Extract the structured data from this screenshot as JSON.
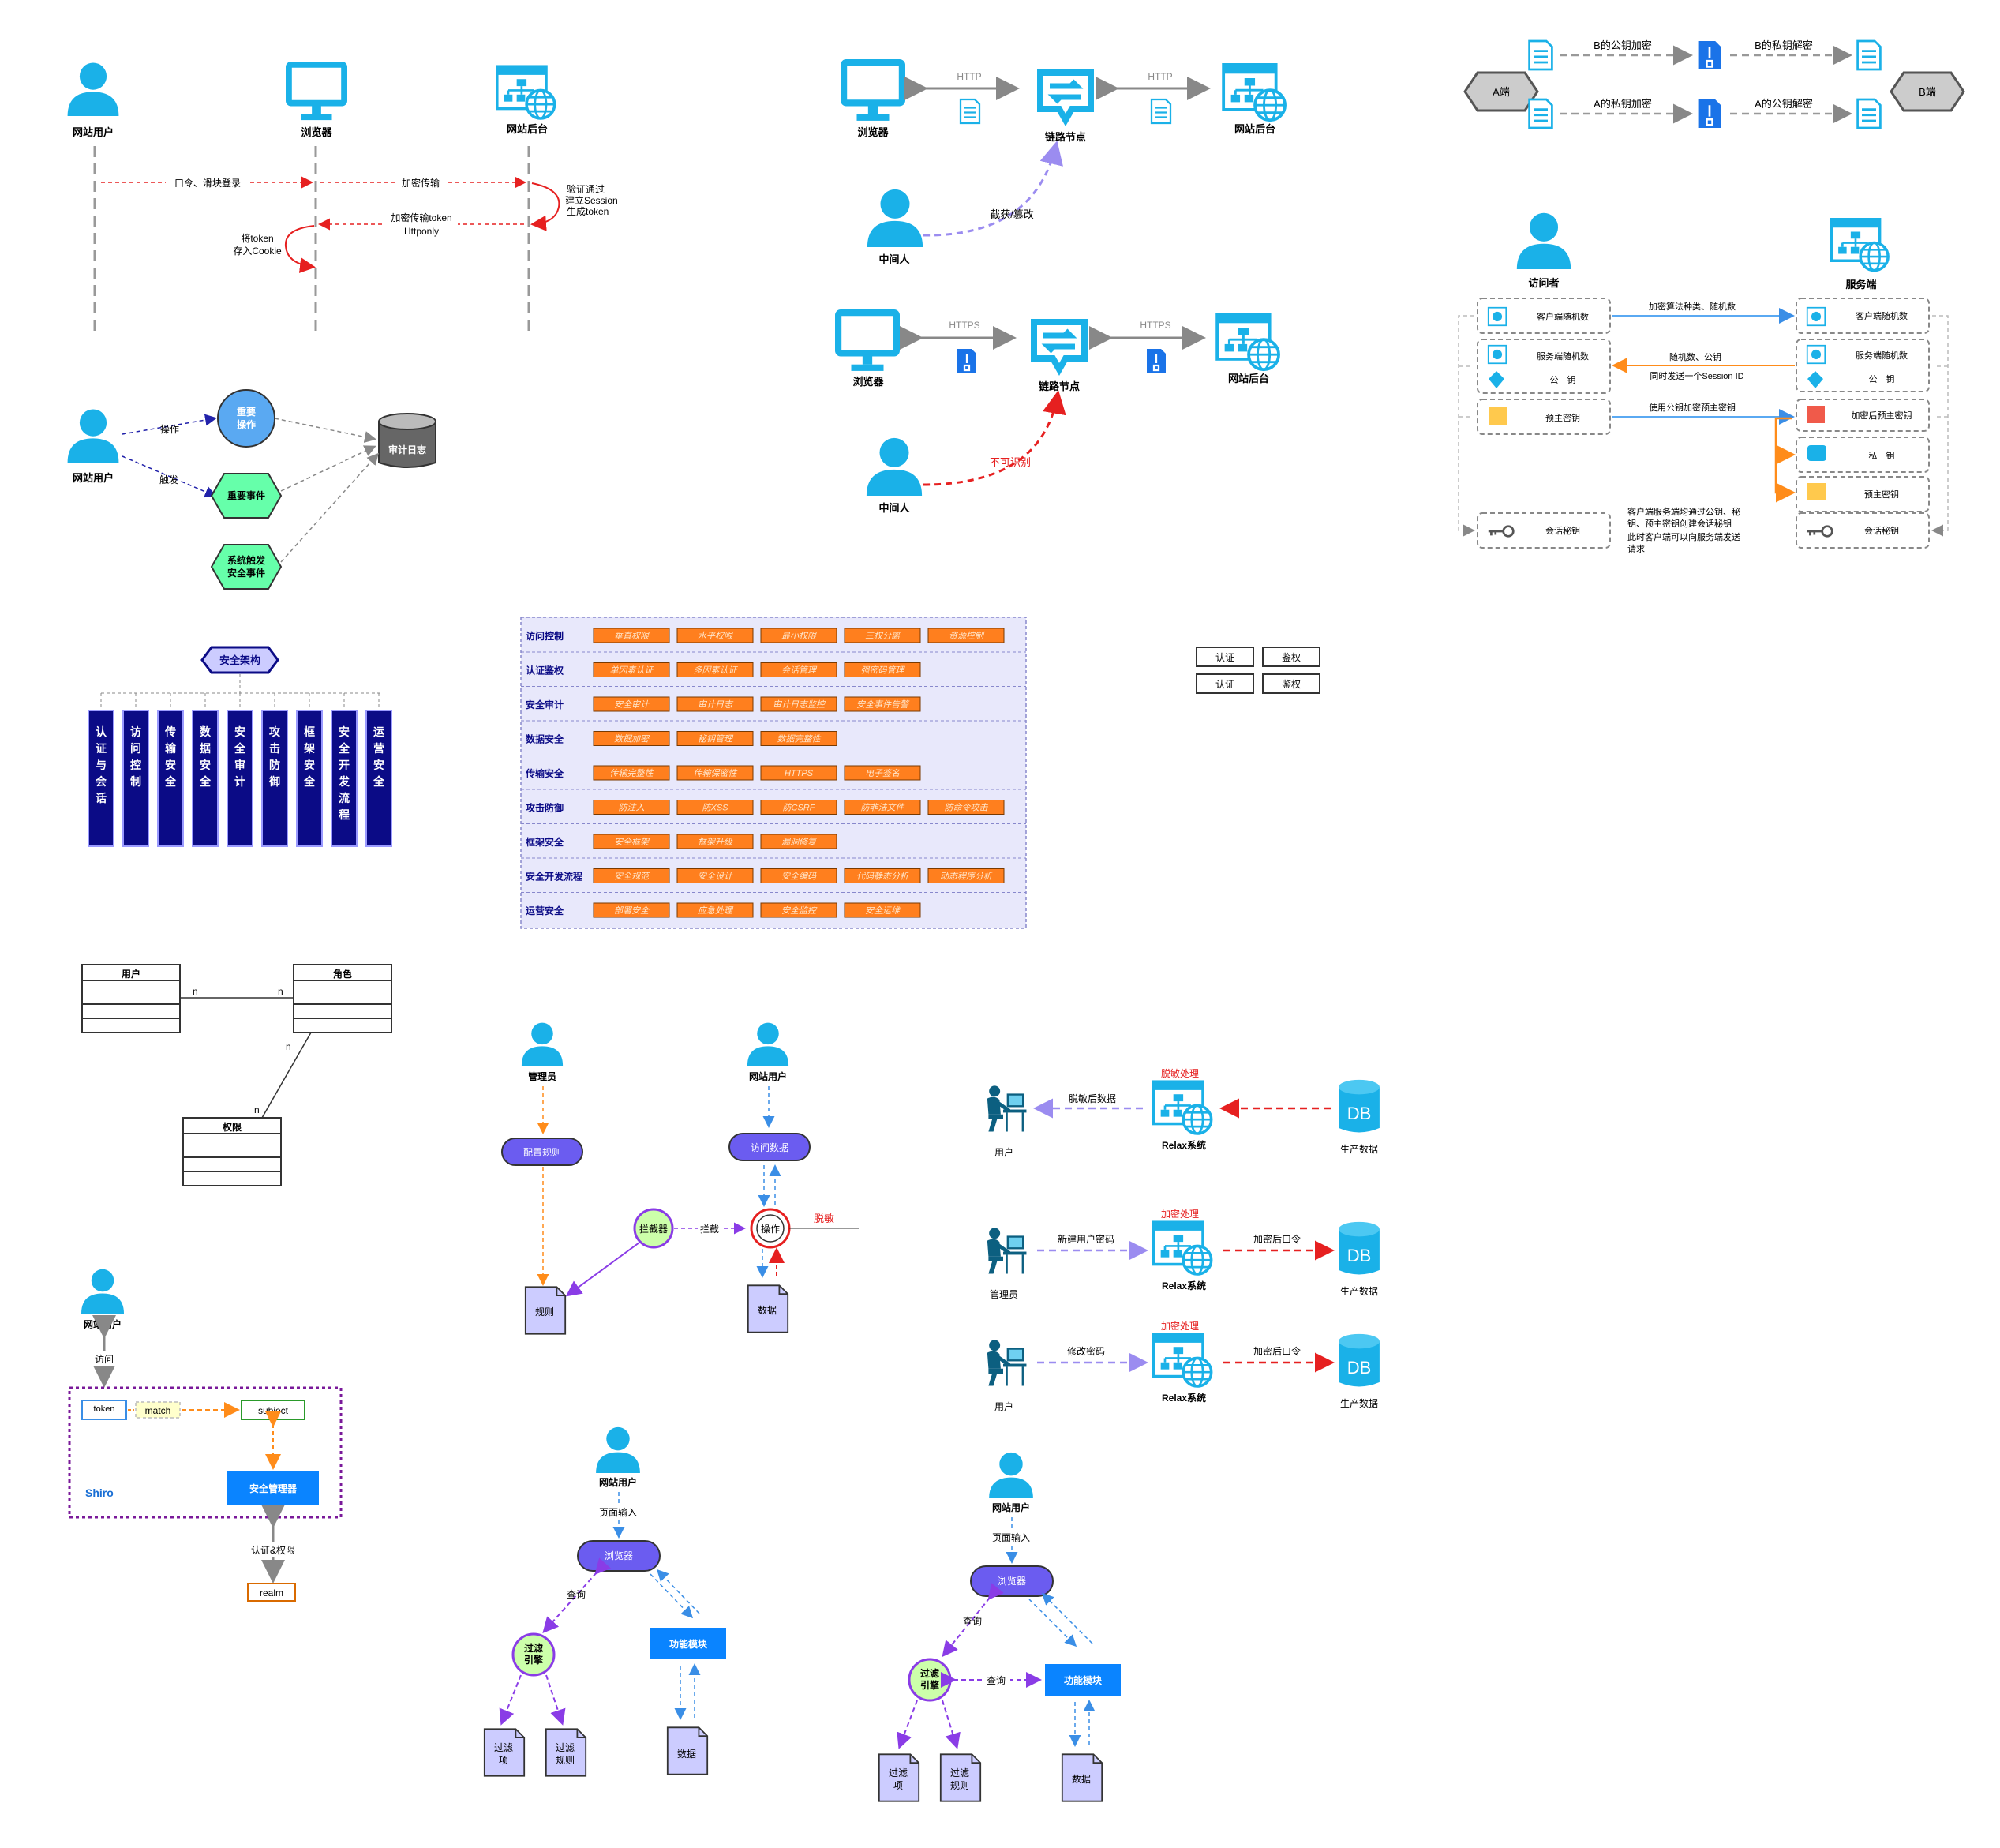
{
  "colors": {
    "blue": "#1ab1e8",
    "navy": "#0b0b86",
    "orange": "#ff7f1e",
    "lavender": "#ccccff",
    "green": "#66ffaa",
    "purple": "#7c4dff"
  },
  "login": {
    "user": "网站用户",
    "browser": "浏览器",
    "backend": "网站后台",
    "msg1": "口令、滑块登录",
    "msg2": "加密传输",
    "note1a": "验证通过",
    "note1b": "建立Session",
    "note1c": "生成token",
    "msg3a": "加密传输token",
    "msg3b": "Httponly",
    "note2a": "将token",
    "note2b": "存入Cookie"
  },
  "audit": {
    "user": "网站用户",
    "act1": "操作",
    "act2": "触发",
    "n1a": "重要",
    "n1b": "操作",
    "n2": "重要事件",
    "n3a": "系统触发",
    "n3b": "安全事件",
    "log": "审计日志"
  },
  "mitm_http": {
    "browser": "浏览器",
    "proto1": "HTTP",
    "link": "链路节点",
    "proto2": "HTTP",
    "backend": "网站后台",
    "mitm": "中间人",
    "note": "截获/篡改"
  },
  "mitm_https": {
    "browser": "浏览器",
    "proto1": "HTTPS",
    "link": "链路节点",
    "proto2": "HTTPS",
    "backend": "网站后台",
    "mitm": "中间人",
    "note": "不可识别"
  },
  "crypto": {
    "a": "A端",
    "b": "B端",
    "l1": "B的公钥加密",
    "l2": "B的私钥解密",
    "l3": "A的私钥加密",
    "l4": "A的公钥解密"
  },
  "tls": {
    "client": "访问者",
    "server": "服务端",
    "c1": "客户端随机数",
    "c2a": "服务端随机数",
    "c2b": "公　钥",
    "c3": "预主密钥",
    "c4": "会话秘钥",
    "s1": "客户端随机数",
    "s2a": "服务端随机数",
    "s2b": "公　钥",
    "s3": "加密后预主密钥",
    "s4": "私　钥",
    "s5": "预主密钥",
    "s6": "会话秘钥",
    "m1": "加密算法种类、随机数",
    "m2a": "随机数、公钥",
    "m2b": "同时发送一个Session ID",
    "m3": "使用公钥加密预主密钥",
    "m4a": "客户端服务端均通过公钥、秘",
    "m4b": "钥、预主密钥创建会话秘钥",
    "m4c": "此时客户端可以向服务端发送",
    "m4d": "请求"
  },
  "arch": {
    "title": "安全架构",
    "cols": [
      "认证与会话",
      "访问控制",
      "传输安全",
      "数据安全",
      "安全审计",
      "攻击防御",
      "框架安全",
      "安全开发流程",
      "运营安全"
    ]
  },
  "matrix": {
    "rows": [
      {
        "label": "访问控制",
        "items": [
          "垂直权限",
          "水平权限",
          "最小权限",
          "三权分离",
          "资源控制"
        ]
      },
      {
        "label": "认证鉴权",
        "items": [
          "单因素认证",
          "多因素认证",
          "会话管理",
          "强密码管理"
        ]
      },
      {
        "label": "安全审计",
        "items": [
          "安全审计",
          "审计日志",
          "审计日志监控",
          "安全事件告警"
        ]
      },
      {
        "label": "数据安全",
        "items": [
          "数据加密",
          "秘钥管理",
          "数据完整性"
        ]
      },
      {
        "label": "传输安全",
        "items": [
          "传输完整性",
          "传输保密性",
          "HTTPS",
          "电子签名"
        ]
      },
      {
        "label": "攻击防御",
        "items": [
          "防注入",
          "防XSS",
          "防CSRF",
          "防非法文件",
          "防命令攻击"
        ]
      },
      {
        "label": "框架安全",
        "items": [
          "安全框架",
          "框架升级",
          "漏洞修复"
        ]
      },
      {
        "label": "安全开发流程",
        "items": [
          "安全规范",
          "安全设计",
          "安全编码",
          "代码静态分析",
          "动态程序分析"
        ]
      },
      {
        "label": "运营安全",
        "items": [
          "部署安全",
          "应急处理",
          "安全监控",
          "安全运维"
        ]
      }
    ]
  },
  "auth_small": {
    "a1": "认证",
    "a2": "鉴权",
    "b1": "认证",
    "b2": "鉴权"
  },
  "rbac": {
    "user": "用户",
    "role": "角色",
    "perm": "权限",
    "n1": "n",
    "n2": "n",
    "n3": "n",
    "n4": "n"
  },
  "intercept": {
    "admin": "管理员",
    "user": "网站用户",
    "config": "配置规则",
    "access": "访问数据",
    "interceptor": "拦截器",
    "intercept": "拦截",
    "op": "操作",
    "block": "脱敏",
    "rules": "规则",
    "data": "数据"
  },
  "relax": {
    "r1": {
      "user": "用户",
      "arrow": "脱敏后数据",
      "top": "脱敏处理",
      "sys": "Relax系统",
      "db": "DB",
      "dbl": "生产数据",
      "right": ""
    },
    "r2": {
      "user": "管理员",
      "arrow": "新建用户密码",
      "top": "加密处理",
      "sys": "Relax系统",
      "db": "DB",
      "dbl": "生产数据",
      "right": "加密后口令"
    },
    "r3": {
      "user": "用户",
      "arrow": "修改密码",
      "top": "加密处理",
      "sys": "Relax系统",
      "db": "DB",
      "dbl": "生产数据",
      "right": "加密后口令"
    }
  },
  "shiro": {
    "user": "网站用户",
    "access": "访问",
    "token": "token",
    "match": "match",
    "subject": "subject",
    "name": "Shiro",
    "mgr": "安全管理器",
    "auth": "认证&权限",
    "realm": "realm"
  },
  "filter1": {
    "user": "网站用户",
    "input": "页面输入",
    "browser": "浏览器",
    "query": "查询",
    "engine_a": "过滤",
    "engine_b": "引擎",
    "func": "功能模块",
    "f1a": "过滤",
    "f1b": "项",
    "f2a": "过滤",
    "f2b": "规则",
    "data": "数据"
  },
  "filter2": {
    "user": "网站用户",
    "input": "页面输入",
    "browser": "浏览器",
    "query": "查询",
    "query2": "查询",
    "engine_a": "过滤",
    "engine_b": "引擎",
    "func": "功能模块",
    "f1a": "过滤",
    "f1b": "项",
    "f2a": "过滤",
    "f2b": "规则",
    "data": "数据"
  }
}
